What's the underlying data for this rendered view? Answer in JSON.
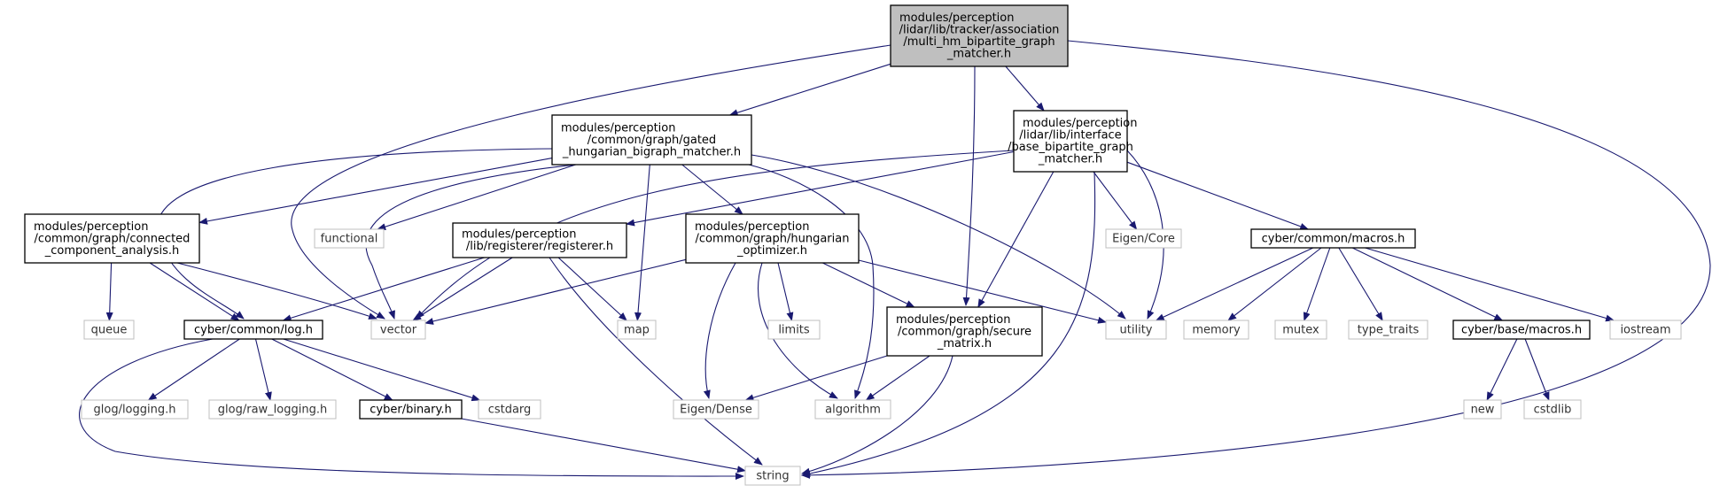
{
  "diagram": {
    "colors": {
      "edge": "#191970",
      "root_fill": "#bfbfbf",
      "node_border": "#000000",
      "leaf_border": "#bfbfbf",
      "text": "#000000"
    },
    "nodes": [
      {
        "id": "root",
        "kind": "root",
        "lines": [
          "modules/perception",
          "/lidar/lib/tracker/association",
          "/multi_hm_bipartite_graph",
          "_matcher.h"
        ]
      },
      {
        "id": "gated",
        "kind": "header",
        "lines": [
          "modules/perception",
          "/common/graph/gated",
          "_hungarian_bigraph_matcher.h"
        ]
      },
      {
        "id": "base_bip",
        "kind": "header",
        "lines": [
          "modules/perception",
          "/lidar/lib/interface",
          "/base_bipartite_graph",
          "_matcher.h"
        ]
      },
      {
        "id": "cca",
        "kind": "header",
        "lines": [
          "modules/perception",
          "/common/graph/connected",
          "_component_analysis.h"
        ]
      },
      {
        "id": "functional",
        "kind": "system",
        "lines": [
          "functional"
        ]
      },
      {
        "id": "registerer",
        "kind": "header",
        "lines": [
          "modules/perception",
          "/lib/registerer/registerer.h"
        ]
      },
      {
        "id": "hungarian",
        "kind": "header",
        "lines": [
          "modules/perception",
          "/common/graph/hungarian",
          "_optimizer.h"
        ]
      },
      {
        "id": "eigen_core",
        "kind": "system",
        "lines": [
          "Eigen/Core"
        ]
      },
      {
        "id": "cyber_common_macros",
        "kind": "header",
        "lines": [
          "cyber/common/macros.h"
        ]
      },
      {
        "id": "queue",
        "kind": "system",
        "lines": [
          "queue"
        ]
      },
      {
        "id": "log",
        "kind": "header",
        "lines": [
          "cyber/common/log.h"
        ]
      },
      {
        "id": "vector",
        "kind": "system",
        "lines": [
          "vector"
        ]
      },
      {
        "id": "map",
        "kind": "system",
        "lines": [
          "map"
        ]
      },
      {
        "id": "limits",
        "kind": "system",
        "lines": [
          "limits"
        ]
      },
      {
        "id": "secure",
        "kind": "header",
        "lines": [
          "modules/perception",
          "/common/graph/secure",
          "_matrix.h"
        ]
      },
      {
        "id": "utility",
        "kind": "system",
        "lines": [
          "utility"
        ]
      },
      {
        "id": "memory",
        "kind": "system",
        "lines": [
          "memory"
        ]
      },
      {
        "id": "mutex",
        "kind": "system",
        "lines": [
          "mutex"
        ]
      },
      {
        "id": "type_traits",
        "kind": "system",
        "lines": [
          "type_traits"
        ]
      },
      {
        "id": "cyber_base_macros",
        "kind": "header",
        "lines": [
          "cyber/base/macros.h"
        ]
      },
      {
        "id": "iostream",
        "kind": "system",
        "lines": [
          "iostream"
        ]
      },
      {
        "id": "glog_logging",
        "kind": "system",
        "lines": [
          "glog/logging.h"
        ]
      },
      {
        "id": "glog_raw",
        "kind": "system",
        "lines": [
          "glog/raw_logging.h"
        ]
      },
      {
        "id": "binary",
        "kind": "header",
        "lines": [
          "cyber/binary.h"
        ]
      },
      {
        "id": "cstdarg",
        "kind": "system",
        "lines": [
          "cstdarg"
        ]
      },
      {
        "id": "eigen_dense",
        "kind": "system",
        "lines": [
          "Eigen/Dense"
        ]
      },
      {
        "id": "algorithm",
        "kind": "system",
        "lines": [
          "algorithm"
        ]
      },
      {
        "id": "new",
        "kind": "system",
        "lines": [
          "new"
        ]
      },
      {
        "id": "cstdlib",
        "kind": "system",
        "lines": [
          "cstdlib"
        ]
      },
      {
        "id": "string",
        "kind": "system",
        "lines": [
          "string"
        ]
      }
    ],
    "edges": [
      {
        "from": "root",
        "to": "gated"
      },
      {
        "from": "root",
        "to": "base_bip"
      },
      {
        "from": "root",
        "to": "vector"
      },
      {
        "from": "root",
        "to": "secure"
      },
      {
        "from": "root",
        "to": "string"
      },
      {
        "from": "gated",
        "to": "cca"
      },
      {
        "from": "gated",
        "to": "functional"
      },
      {
        "from": "gated",
        "to": "hungarian"
      },
      {
        "from": "gated",
        "to": "log"
      },
      {
        "from": "gated",
        "to": "vector"
      },
      {
        "from": "gated",
        "to": "map"
      },
      {
        "from": "gated",
        "to": "utility"
      },
      {
        "from": "gated",
        "to": "algorithm"
      },
      {
        "from": "base_bip",
        "to": "registerer"
      },
      {
        "from": "base_bip",
        "to": "vector"
      },
      {
        "from": "base_bip",
        "to": "secure"
      },
      {
        "from": "base_bip",
        "to": "eigen_core"
      },
      {
        "from": "base_bip",
        "to": "cyber_common_macros"
      },
      {
        "from": "base_bip",
        "to": "utility"
      },
      {
        "from": "base_bip",
        "to": "string"
      },
      {
        "from": "cca",
        "to": "queue"
      },
      {
        "from": "cca",
        "to": "log"
      },
      {
        "from": "cca",
        "to": "vector"
      },
      {
        "from": "registerer",
        "to": "log"
      },
      {
        "from": "registerer",
        "to": "vector"
      },
      {
        "from": "registerer",
        "to": "map"
      },
      {
        "from": "registerer",
        "to": "string"
      },
      {
        "from": "hungarian",
        "to": "vector"
      },
      {
        "from": "hungarian",
        "to": "limits"
      },
      {
        "from": "hungarian",
        "to": "secure"
      },
      {
        "from": "hungarian",
        "to": "utility"
      },
      {
        "from": "hungarian",
        "to": "eigen_dense"
      },
      {
        "from": "hungarian",
        "to": "algorithm"
      },
      {
        "from": "cyber_common_macros",
        "to": "utility"
      },
      {
        "from": "cyber_common_macros",
        "to": "memory"
      },
      {
        "from": "cyber_common_macros",
        "to": "mutex"
      },
      {
        "from": "cyber_common_macros",
        "to": "type_traits"
      },
      {
        "from": "cyber_common_macros",
        "to": "cyber_base_macros"
      },
      {
        "from": "cyber_common_macros",
        "to": "iostream"
      },
      {
        "from": "log",
        "to": "glog_logging"
      },
      {
        "from": "log",
        "to": "glog_raw"
      },
      {
        "from": "log",
        "to": "binary"
      },
      {
        "from": "log",
        "to": "cstdarg"
      },
      {
        "from": "log",
        "to": "string"
      },
      {
        "from": "secure",
        "to": "eigen_dense"
      },
      {
        "from": "secure",
        "to": "algorithm"
      },
      {
        "from": "secure",
        "to": "string"
      },
      {
        "from": "cyber_base_macros",
        "to": "new"
      },
      {
        "from": "cyber_base_macros",
        "to": "cstdlib"
      },
      {
        "from": "binary",
        "to": "string"
      }
    ]
  }
}
